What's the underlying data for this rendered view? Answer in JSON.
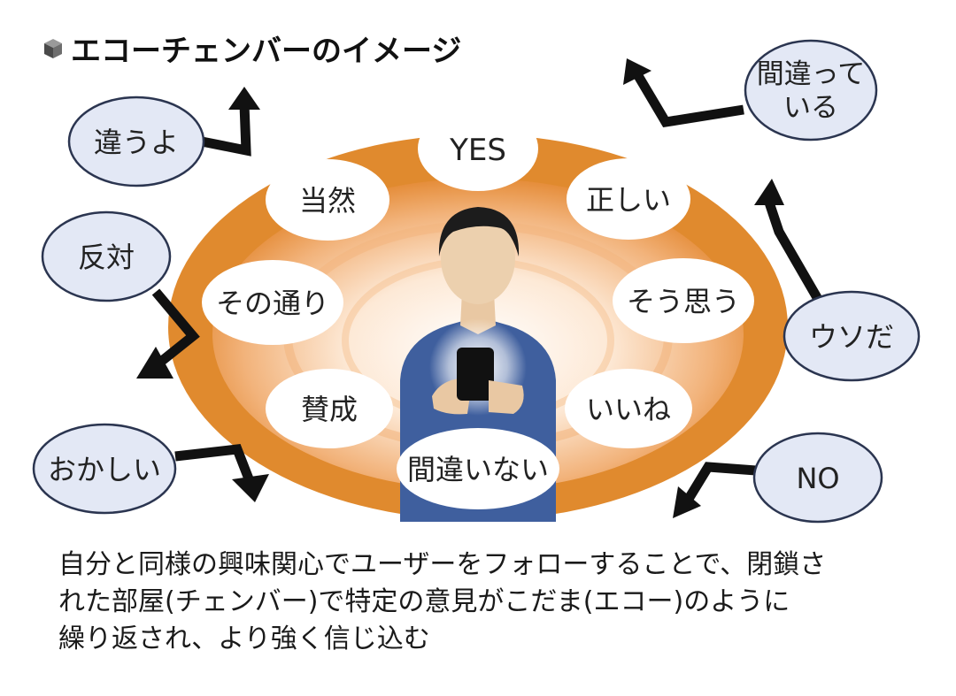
{
  "title": "エコーチェンバーのイメージ",
  "inner_bubbles": {
    "yes": "YES",
    "tadashii": "正しい",
    "sou_omou": "そう思う",
    "iine": "いいね",
    "machigainai": "間違いない",
    "sansei": "賛成",
    "sono_toori": "その通り",
    "touzen": "当然"
  },
  "outer_bubbles": {
    "chigau_yo": "違うよ",
    "hantai": "反対",
    "okashii": "おかしい",
    "machigatte_line1": "間違って",
    "machigatte_line2": "いる",
    "uso_da": "ウソだ",
    "no": "NO"
  },
  "caption": {
    "line1": "自分と同様の興味関心でユーザーをフォローすることで、閉鎖さ",
    "line2": "れた部屋(チェンバー)で特定の意見がこだま(エコー)のように",
    "line3": "繰り返され、より強く信じ込む"
  },
  "colors": {
    "chamber_orange": "#E08A2E",
    "outer_bubble_fill": "#E3E8F5",
    "outer_bubble_stroke": "#2B3550",
    "shirt_blue": "#3F5F9E",
    "arrow": "#111111"
  },
  "icons": {
    "title_marker": "cube-icon"
  }
}
